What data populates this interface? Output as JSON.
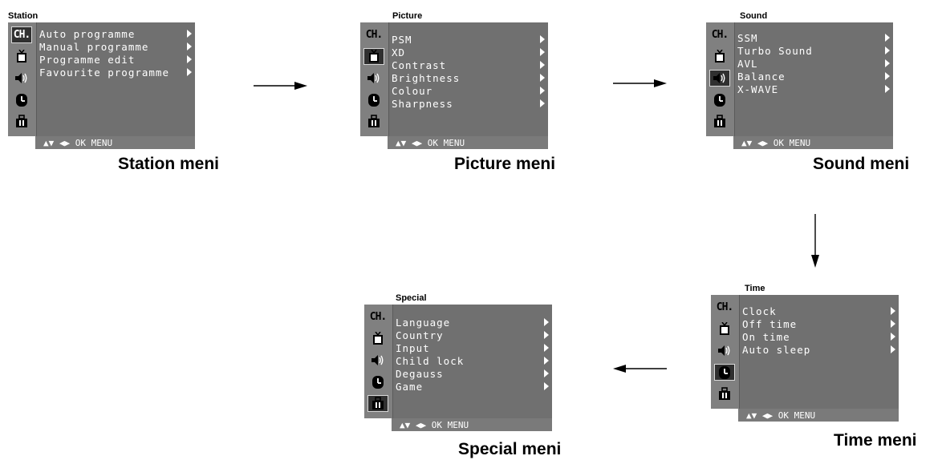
{
  "footer_text": "▲▼ ◀▶ OK MENU",
  "rail_icons": [
    {
      "name": "ch-icon",
      "glyph": "CH."
    },
    {
      "name": "tv-icon"
    },
    {
      "name": "speaker-icon"
    },
    {
      "name": "clock-icon"
    },
    {
      "name": "briefcase-icon"
    }
  ],
  "menus": {
    "station": {
      "title": "Station",
      "caption": "Station meni",
      "selected_icon": 0,
      "items": [
        "Auto programme",
        "Manual programme",
        "Programme edit",
        "Favourite programme"
      ]
    },
    "picture": {
      "title": "Picture",
      "caption": "Picture meni",
      "selected_icon": 1,
      "items": [
        "PSM",
        "XD",
        "Contrast",
        "Brightness",
        "Colour",
        "Sharpness"
      ]
    },
    "sound": {
      "title": "Sound",
      "caption": "Sound meni",
      "selected_icon": 2,
      "items": [
        "SSM",
        "Turbo Sound",
        "AVL",
        "Balance",
        "X-WAVE"
      ]
    },
    "time": {
      "title": "Time",
      "caption": "Time meni",
      "selected_icon": 3,
      "items": [
        "Clock",
        "Off time",
        "On time",
        "Auto sleep"
      ]
    },
    "special": {
      "title": "Special",
      "caption": "Special meni",
      "selected_icon": 4,
      "items": [
        "Language",
        "Country",
        "Input",
        "Child lock",
        "Degauss",
        "Game"
      ]
    }
  },
  "colors": {
    "menu_bg": "#707070",
    "rail_bg": "#808080",
    "selected_icon_bg": "#303030",
    "text": "#ffffff",
    "arrow": "#000000"
  }
}
